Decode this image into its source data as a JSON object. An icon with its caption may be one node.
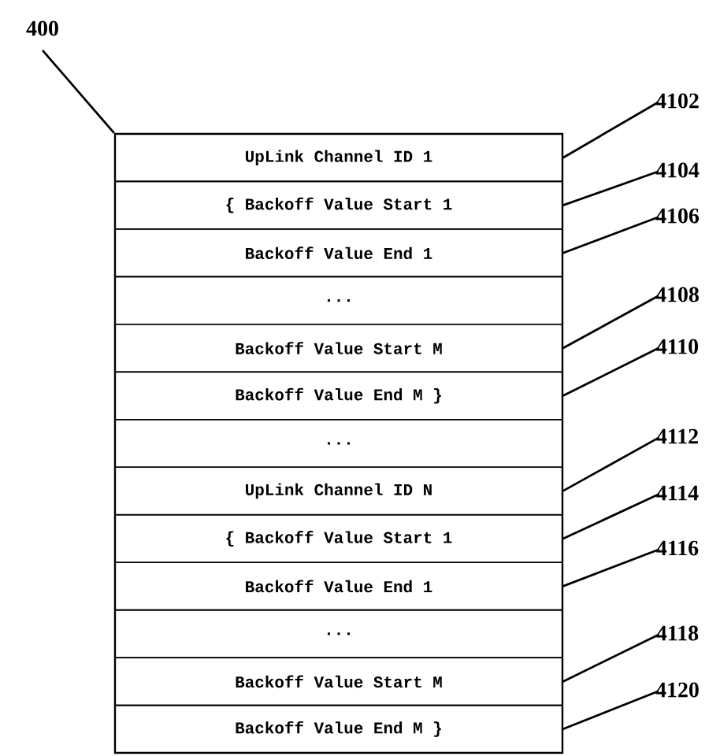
{
  "diagram": {
    "nodes": [
      {
        "text": [],
        "shape": "box"
      },
      {
        "text": [
          "UpLink Channel ID 1"
        ],
        "in": 0
      },
      {
        "text": [
          "{ Backoff Value Start 1"
        ],
        "in": 0
      },
      {
        "text": [
          "Backoff Value End 1"
        ],
        "in": 0
      },
      {
        "text": [
          "..."
        ],
        "in": 0
      },
      {
        "text": [
          "Backoff Value Start M"
        ],
        "in": 0
      },
      {
        "text": [
          "Backoff Value End M }"
        ],
        "in": 0
      },
      {
        "text": [
          "..."
        ],
        "in": 0
      },
      {
        "text": [
          "UpLink Channel ID N"
        ],
        "in": 0
      },
      {
        "text": [
          "{ Backoff Value Start 1"
        ],
        "in": 0
      },
      {
        "text": [
          "Backoff Value End 1"
        ],
        "in": 0
      },
      {
        "text": [
          "..."
        ],
        "in": 0
      },
      {
        "text": [
          "Backoff Value Start M"
        ],
        "in": 0
      },
      {
        "text": [
          "Backoff Value End M }"
        ],
        "in": 0
      },
      {
        "text": [
          "400"
        ]
      },
      {
        "text": [
          "4102"
        ]
      },
      {
        "text": [
          "4104"
        ]
      },
      {
        "text": [
          "4106"
        ]
      },
      {
        "text": [
          "4108"
        ]
      },
      {
        "text": [
          "4110"
        ]
      },
      {
        "text": [
          "4112"
        ]
      },
      {
        "text": [
          "4114"
        ]
      },
      {
        "text": [
          "4116"
        ]
      },
      {
        "text": [
          "4118"
        ]
      },
      {
        "text": [
          "4120"
        ]
      }
    ],
    "edges": [
      {
        "from": 14,
        "to": 0,
        "arrow": "none"
      },
      {
        "from": 15,
        "to": 1,
        "arrow": "none"
      },
      {
        "from": 16,
        "to": 2,
        "arrow": "none"
      },
      {
        "from": 17,
        "to": 3,
        "arrow": "none"
      },
      {
        "from": 18,
        "to": 5,
        "arrow": "none"
      },
      {
        "from": 19,
        "to": 6,
        "arrow": "none"
      },
      {
        "from": 20,
        "to": 8,
        "arrow": "none"
      },
      {
        "from": 21,
        "to": 9,
        "arrow": "none"
      },
      {
        "from": 22,
        "to": 10,
        "arrow": "none"
      },
      {
        "from": 23,
        "to": 12,
        "arrow": "none"
      },
      {
        "from": 24,
        "to": 13,
        "arrow": "none"
      }
    ]
  }
}
